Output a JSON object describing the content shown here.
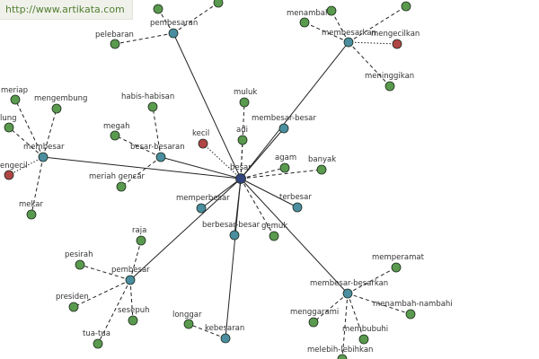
{
  "watermark": "http://www.artikata.com",
  "colors": {
    "green": "#5a9a4e",
    "teal": "#4a8ea0",
    "red": "#b04545",
    "center": "#33437c",
    "line": "#222222"
  },
  "nodes": [
    {
      "id": "besar",
      "label": "besar",
      "kind": "center"
    },
    {
      "id": "pembesaran",
      "label": "pembesaran",
      "kind": "hub"
    },
    {
      "id": "membesarkan",
      "label": "membesarkan",
      "kind": "hub"
    },
    {
      "id": "membesar",
      "label": "membesar",
      "kind": "hub"
    },
    {
      "id": "besar-besaran",
      "label": "besar-besaran",
      "kind": "hub"
    },
    {
      "id": "membesar-besar",
      "label": "membesar-besar",
      "kind": "hub"
    },
    {
      "id": "memperbesar",
      "label": "memperbesar",
      "kind": "hub"
    },
    {
      "id": "berbesar-besar",
      "label": "berbesar-besar",
      "kind": "hub"
    },
    {
      "id": "terbesar",
      "label": "terbesar",
      "kind": "hub"
    },
    {
      "id": "pembesar",
      "label": "pembesar",
      "kind": "hub"
    },
    {
      "id": "membesar-besarkan",
      "label": "membesar-besarkan",
      "kind": "hub"
    },
    {
      "id": "kebesaran",
      "label": "kebesaran",
      "kind": "hub"
    },
    {
      "id": "pelebaran",
      "label": "pelebaran",
      "kind": "leaf"
    },
    {
      "id": "menambah",
      "label": "menambah",
      "kind": "leaf"
    },
    {
      "id": "mengecilkan",
      "label": "mengecilkan",
      "kind": "alt"
    },
    {
      "id": "meninggikan",
      "label": "meninggikan",
      "kind": "leaf"
    },
    {
      "id": "meriap",
      "label": "meriap",
      "kind": "leaf"
    },
    {
      "id": "mengembung",
      "label": "mengembung",
      "kind": "leaf"
    },
    {
      "id": "lung",
      "label": "lung",
      "kind": "leaf"
    },
    {
      "id": "mengecil",
      "label": "engecil",
      "kind": "alt"
    },
    {
      "id": "mekar",
      "label": "mekar",
      "kind": "leaf"
    },
    {
      "id": "habis-habisan",
      "label": "habis-habisan",
      "kind": "leaf"
    },
    {
      "id": "megah",
      "label": "megah",
      "kind": "leaf"
    },
    {
      "id": "meriah-gencar",
      "label": "meriah gencar",
      "kind": "leaf"
    },
    {
      "id": "kecil",
      "label": "kecil",
      "kind": "alt"
    },
    {
      "id": "muluk",
      "label": "muluk",
      "kind": "leaf"
    },
    {
      "id": "adi",
      "label": "adi",
      "kind": "leaf"
    },
    {
      "id": "agam",
      "label": "agam",
      "kind": "leaf"
    },
    {
      "id": "banyak",
      "label": "banyak",
      "kind": "leaf"
    },
    {
      "id": "gemuk",
      "label": "gemuk",
      "kind": "leaf"
    },
    {
      "id": "raja",
      "label": "raja",
      "kind": "leaf"
    },
    {
      "id": "pesirah",
      "label": "pesirah",
      "kind": "leaf"
    },
    {
      "id": "presiden",
      "label": "presiden",
      "kind": "leaf"
    },
    {
      "id": "sesepuh",
      "label": "sesepuh",
      "kind": "leaf"
    },
    {
      "id": "tua-tua",
      "label": "tua-tua",
      "kind": "leaf"
    },
    {
      "id": "memperamat",
      "label": "memperamat",
      "kind": "leaf"
    },
    {
      "id": "menggarami",
      "label": "menggarami",
      "kind": "leaf"
    },
    {
      "id": "menambah-nambahi",
      "label": "menambah-nambahi",
      "kind": "leaf"
    },
    {
      "id": "membubuhi",
      "label": "membubuhi",
      "kind": "leaf"
    },
    {
      "id": "melebih-lebihkan",
      "label": "melebih-lebihkan",
      "kind": "leaf"
    },
    {
      "id": "longgar",
      "label": "longgar",
      "kind": "leaf"
    },
    {
      "id": "pem-top-a",
      "label": "",
      "kind": "leaf"
    },
    {
      "id": "pem-top-b",
      "label": "",
      "kind": "leaf"
    },
    {
      "id": "mbk-top-a",
      "label": "",
      "kind": "leaf"
    },
    {
      "id": "mbk-top-b",
      "label": "",
      "kind": "leaf"
    }
  ],
  "edges": [
    {
      "from": "besar",
      "to": "pembesaran",
      "style": "solid"
    },
    {
      "from": "besar",
      "to": "membesarkan",
      "style": "solid"
    },
    {
      "from": "besar",
      "to": "membesar",
      "style": "solid"
    },
    {
      "from": "besar",
      "to": "besar-besaran",
      "style": "solid"
    },
    {
      "from": "besar",
      "to": "membesar-besar",
      "style": "solid"
    },
    {
      "from": "besar",
      "to": "memperbesar",
      "style": "solid"
    },
    {
      "from": "besar",
      "to": "berbesar-besar",
      "style": "solid"
    },
    {
      "from": "besar",
      "to": "terbesar",
      "style": "solid"
    },
    {
      "from": "besar",
      "to": "pembesar",
      "style": "solid"
    },
    {
      "from": "besar",
      "to": "membesar-besarkan",
      "style": "solid"
    },
    {
      "from": "besar",
      "to": "kebesaran",
      "style": "solid"
    },
    {
      "from": "besar",
      "to": "kecil",
      "style": "dotted"
    },
    {
      "from": "besar",
      "to": "muluk",
      "style": "dashed"
    },
    {
      "from": "besar",
      "to": "adi",
      "style": "dashed"
    },
    {
      "from": "besar",
      "to": "agam",
      "style": "dashed"
    },
    {
      "from": "besar",
      "to": "banyak",
      "style": "dashed"
    },
    {
      "from": "besar",
      "to": "gemuk",
      "style": "dashed"
    },
    {
      "from": "pembesaran",
      "to": "pelebaran",
      "style": "dashed"
    },
    {
      "from": "pembesaran",
      "to": "pem-top-a",
      "style": "dashed"
    },
    {
      "from": "pembesaran",
      "to": "pem-top-b",
      "style": "dashed"
    },
    {
      "from": "membesarkan",
      "to": "menambah",
      "style": "dashed"
    },
    {
      "from": "membesarkan",
      "to": "mengecilkan",
      "style": "dotted"
    },
    {
      "from": "membesarkan",
      "to": "meninggikan",
      "style": "dashed"
    },
    {
      "from": "membesarkan",
      "to": "mbk-top-a",
      "style": "dashed"
    },
    {
      "from": "membesarkan",
      "to": "mbk-top-b",
      "style": "dashed"
    },
    {
      "from": "membesar",
      "to": "meriap",
      "style": "dashed"
    },
    {
      "from": "membesar",
      "to": "mengembung",
      "style": "dashed"
    },
    {
      "from": "membesar",
      "to": "lung",
      "style": "dashed"
    },
    {
      "from": "membesar",
      "to": "mengecil",
      "style": "dotted"
    },
    {
      "from": "membesar",
      "to": "mekar",
      "style": "dashed"
    },
    {
      "from": "besar-besaran",
      "to": "habis-habisan",
      "style": "dashed"
    },
    {
      "from": "besar-besaran",
      "to": "megah",
      "style": "dashed"
    },
    {
      "from": "besar-besaran",
      "to": "meriah-gencar",
      "style": "dashed"
    },
    {
      "from": "pembesar",
      "to": "raja",
      "style": "dashed"
    },
    {
      "from": "pembesar",
      "to": "pesirah",
      "style": "dashed"
    },
    {
      "from": "pembesar",
      "to": "presiden",
      "style": "dashed"
    },
    {
      "from": "pembesar",
      "to": "sesepuh",
      "style": "dashed"
    },
    {
      "from": "pembesar",
      "to": "tua-tua",
      "style": "dashed"
    },
    {
      "from": "membesar-besarkan",
      "to": "memperamat",
      "style": "dashed"
    },
    {
      "from": "membesar-besarkan",
      "to": "menggarami",
      "style": "dashed"
    },
    {
      "from": "membesar-besarkan",
      "to": "menambah-nambahi",
      "style": "dashed"
    },
    {
      "from": "membesar-besarkan",
      "to": "membubuhi",
      "style": "dashed"
    },
    {
      "from": "membesar-besarkan",
      "to": "melebih-lebihkan",
      "style": "dashed"
    },
    {
      "from": "kebesaran",
      "to": "longgar",
      "style": "dashed"
    }
  ]
}
